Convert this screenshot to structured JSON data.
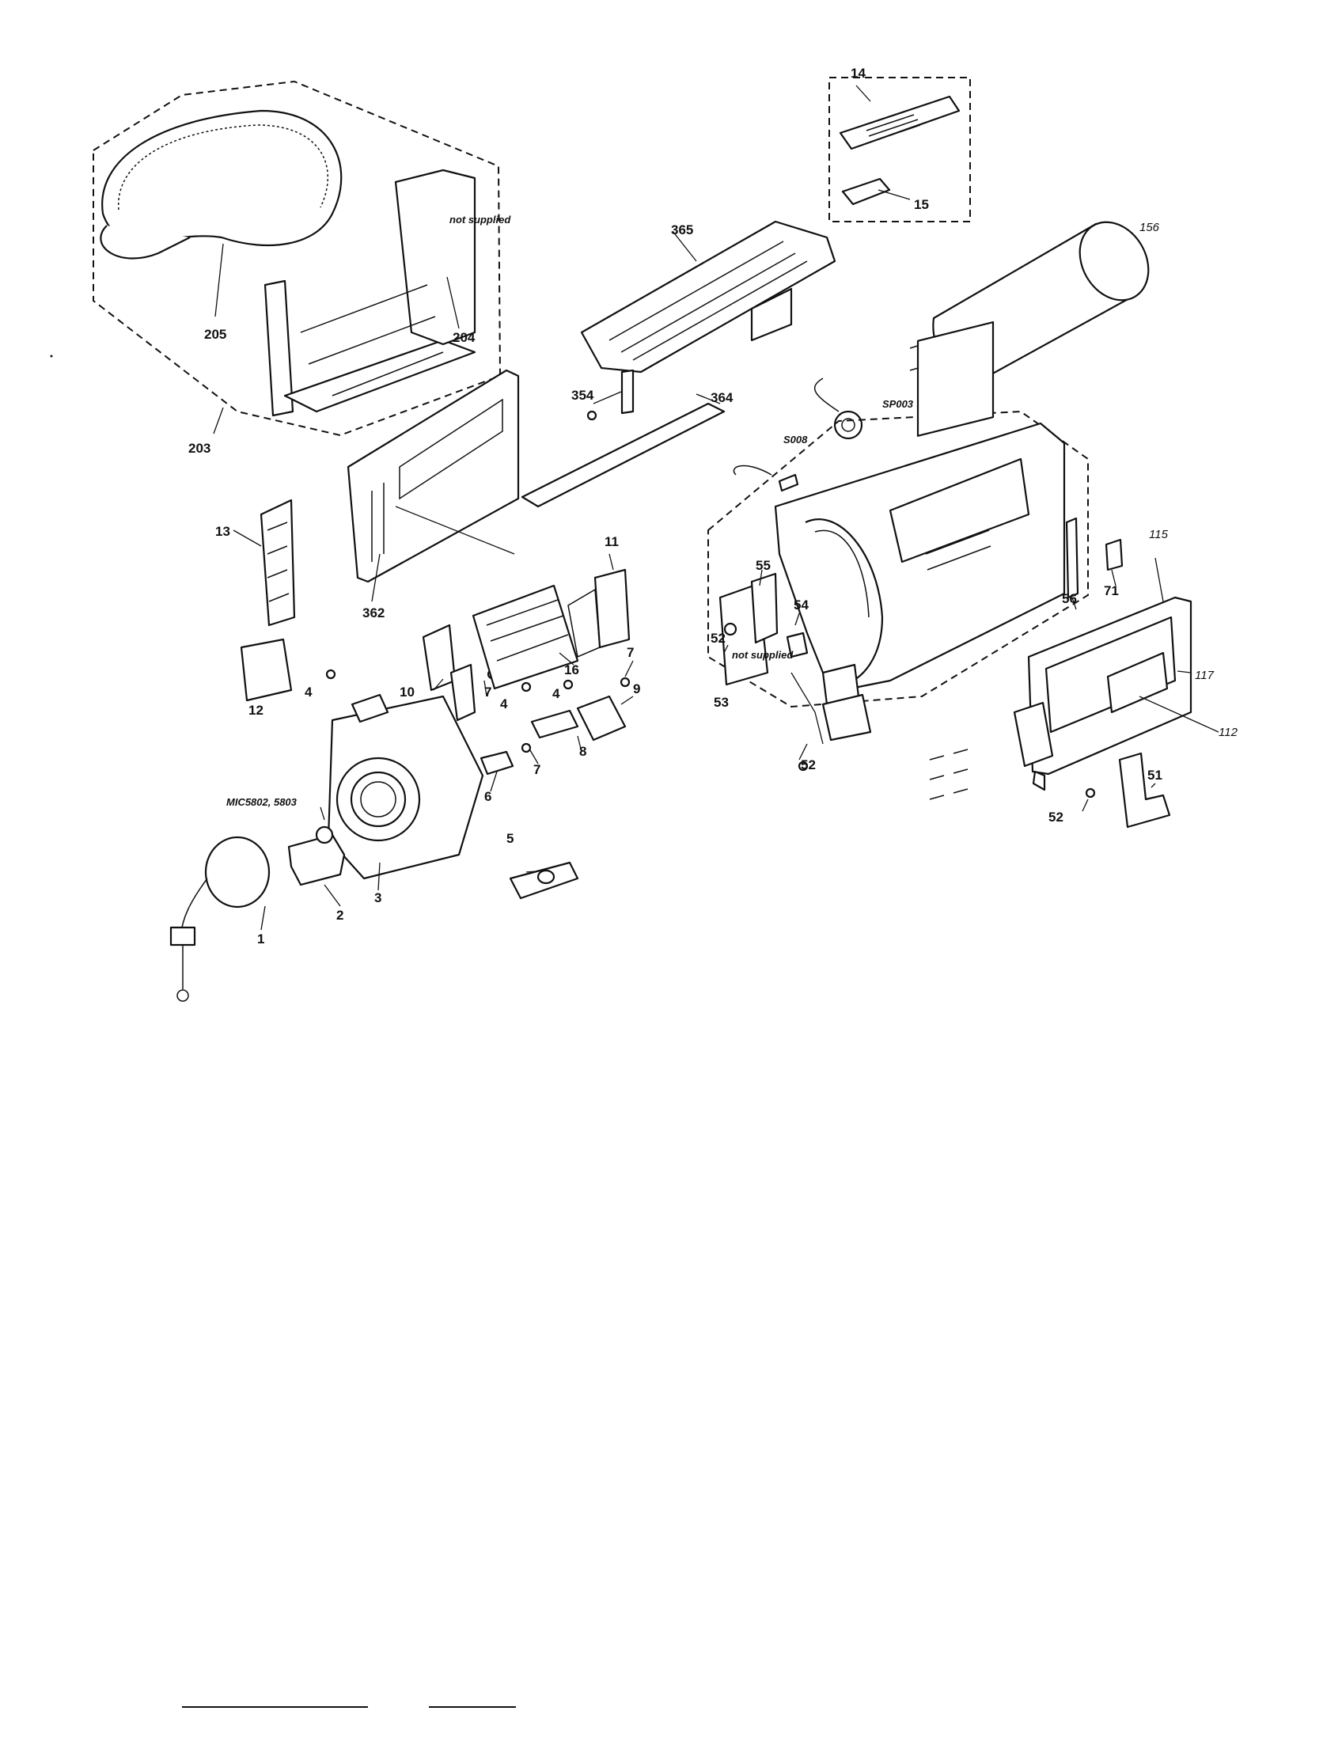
{
  "labels": {
    "l14": "14",
    "l15": "15",
    "l156": "156",
    "l365": "365",
    "l205": "205",
    "l204": "204",
    "l203": "203",
    "not_supplied_top": "not supplied",
    "l354": "354",
    "l364": "364",
    "sp003": "SP003",
    "s008": "S008",
    "l13": "13",
    "l362": "362",
    "l11": "11",
    "l16": "16",
    "l12": "12",
    "l4a": "4",
    "l10": "10",
    "l7a": "7",
    "l4b": "4",
    "l4c": "4",
    "l7b": "7",
    "l9": "9",
    "l8": "8",
    "l7c": "7",
    "l6": "6",
    "mic": "MIC5802, 5803",
    "l2": "2",
    "l3": "3",
    "l1": "1",
    "l5": "5",
    "l55": "55",
    "l54": "54",
    "l52a": "52",
    "not_supplied_mid": "not supplied",
    "l53": "53",
    "l52b": "52",
    "l56": "56",
    "l71": "71",
    "l115": "115",
    "l117": "117",
    "l112": "112",
    "l51": "51",
    "l52c": "52"
  }
}
